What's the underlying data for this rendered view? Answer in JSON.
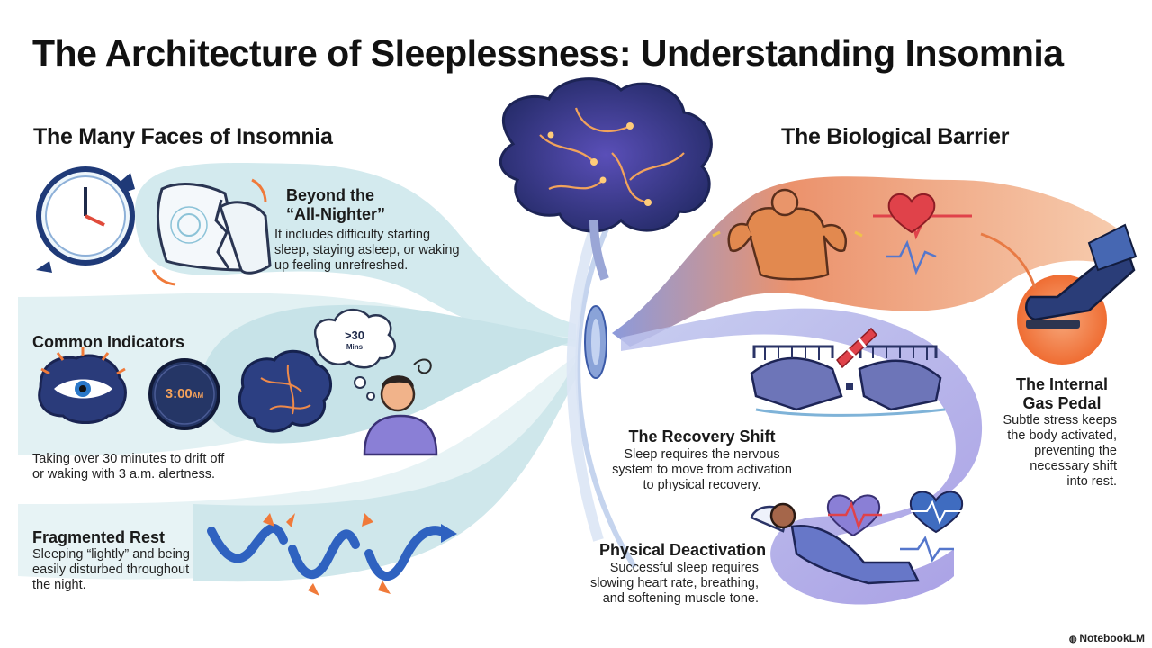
{
  "title": "The Architecture of Sleeplessness: Understanding Insomnia",
  "left_section": {
    "heading": "The Many Faces of Insomnia",
    "all_nighter": {
      "title_line1": "Beyond the",
      "title_line2": "“All-Nighter”",
      "text_line1": "It includes difficulty starting",
      "text_line2": "sleep, staying asleep, or waking",
      "text_line3": "up feeling unrefreshed."
    },
    "indicators": {
      "title": "Common Indicators",
      "clock_text": "3:00",
      "clock_suffix": "AM",
      "bubble_line1": ">30",
      "bubble_line2": "Mins",
      "text_line1": "Taking over 30 minutes to drift off",
      "text_line2": "or waking with 3 a.m. alertness."
    },
    "fragmented": {
      "title": "Fragmented Rest",
      "text_line1": "Sleeping “lightly” and being",
      "text_line2": "easily disturbed throughout",
      "text_line3": "the night."
    }
  },
  "right_section": {
    "heading": "The Biological Barrier",
    "gas_pedal": {
      "title_line1": "The Internal",
      "title_line2": "Gas Pedal",
      "text_line1": "Subtle stress keeps",
      "text_line2": "the body activated,",
      "text_line3": "preventing the",
      "text_line4": "necessary shift",
      "text_line5": "into rest."
    },
    "recovery": {
      "title": "The Recovery Shift",
      "text_line1": "Sleep requires the nervous",
      "text_line2": "system to move from activation",
      "text_line3": "to physical recovery."
    },
    "deactivation": {
      "title": "Physical Deactivation",
      "text_line1": "Successful sleep requires",
      "text_line2": "slowing heart rate, breathing,",
      "text_line3": "and softening muscle tone."
    }
  },
  "brand": "NotebookLM",
  "colors": {
    "teal_light": "#d6ecef",
    "navy": "#1f3a78",
    "orange": "#f07a3a",
    "purple": "#8a7fd6",
    "red_heart": "#e0424a"
  }
}
